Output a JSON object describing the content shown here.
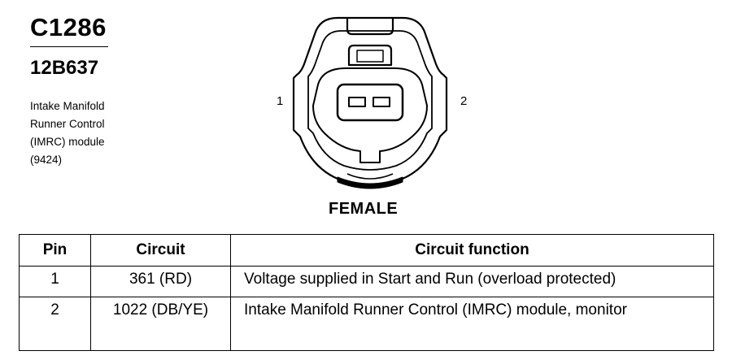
{
  "connector": {
    "id": "C1286",
    "part_number": "12B637",
    "description_lines": [
      "Intake Manifold",
      "Runner Control",
      "(IMRC) module",
      "(9424)"
    ],
    "gender": "FEMALE",
    "pin_labels": {
      "left": "1",
      "right": "2"
    }
  },
  "pinout": {
    "headers": {
      "pin": "Pin",
      "circuit": "Circuit",
      "function": "Circuit function"
    },
    "rows": [
      {
        "pin": "1",
        "circuit": "361 (RD)",
        "function": "Voltage supplied in Start and Run (overload protected)"
      },
      {
        "pin": "2",
        "circuit": "1022 (DB/YE)",
        "function": "Intake Manifold Runner Control (IMRC) module, monitor"
      }
    ]
  }
}
